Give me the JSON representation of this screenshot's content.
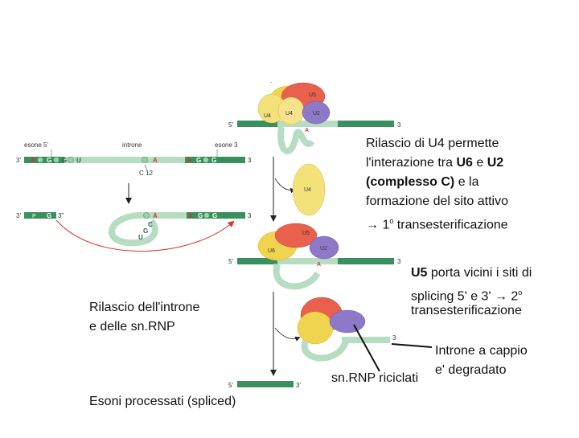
{
  "labels": {
    "exon5": "esone 5'",
    "intron": "introne",
    "exon3": "esone 3",
    "c12": "C 12",
    "pre_mrna_5": "3'",
    "pre_mrna_3": "3",
    "five_prime": "5'",
    "three_prime": "3",
    "three_prime_b": "3'",
    "lariat_3": "3\"",
    "u4": "U4",
    "u5": "U5",
    "u6": "U6",
    "u2": "U2",
    "dot": "."
  },
  "sequence": {
    "a": "A",
    "g": "G",
    "u": "U",
    "p": "P",
    "c": "C"
  },
  "annotations": {
    "step1_line1": "Rilascio di U4 permette",
    "step1_line2_pre": "l'interazione tra ",
    "step1_line2_b1": "U6",
    "step1_line2_mid": " e ",
    "step1_line2_b2": "U2",
    "step1_line3_b": "(complesso C)",
    "step1_line3_post": " e la",
    "step1_line4": "formazione del sito attivo",
    "step1_line5_arrow": "→",
    "step1_line5_num": " 1",
    "step1_line5_sup": "o",
    "step1_line5_post": " transesterificazione",
    "step2_line1_b": "U5",
    "step2_line1_post": " porta vicini i siti di",
    "step2_line2_pre": "splicing 5' e 3' ",
    "step2_line2_arrow": "→",
    "step2_line2_num": " 2",
    "step2_line2_sup": "o",
    "step3_line": "transesterificazione",
    "release_line1": "Rilascio dell'introne",
    "release_line2": "e delle sn.RNP",
    "lariat_line1": "Introne a cappio",
    "lariat_line2": "e' degradato",
    "recycled": "sn.RNP riciclati",
    "spliced": "Esoni processati (spliced)"
  },
  "colors": {
    "exon": "#3a8f5e",
    "strand": "#b6dcc1",
    "u4": "#f3e17a",
    "u5": "#e9604c",
    "u6": "#f0d34f",
    "u2": "#8e79c8",
    "arrow_red": "#d9352c"
  }
}
